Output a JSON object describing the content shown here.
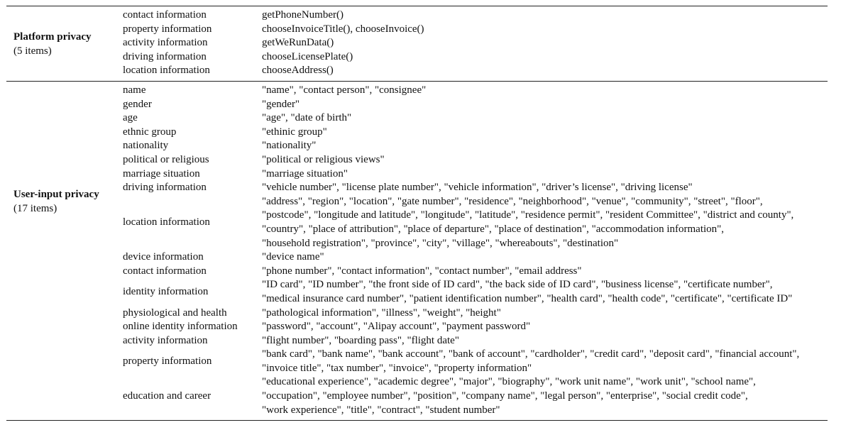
{
  "table": {
    "sections": [
      {
        "title": "Platform privacy",
        "count": "(5 items)",
        "rows": [
          {
            "type": "contact information",
            "lines": [
              "getPhoneNumber()"
            ]
          },
          {
            "type": "property information",
            "lines": [
              "chooseInvoiceTitle(), chooseInvoice()"
            ]
          },
          {
            "type": "activity information",
            "lines": [
              "getWeRunData()"
            ]
          },
          {
            "type": "driving information",
            "lines": [
              "chooseLicensePlate()"
            ]
          },
          {
            "type": "location information",
            "lines": [
              "chooseAddress()"
            ]
          }
        ]
      },
      {
        "title": "User-input privacy",
        "count": "(17 items)",
        "rows": [
          {
            "type": "name",
            "lines": [
              "\"name\", \"contact person\", \"consignee\""
            ]
          },
          {
            "type": "gender",
            "lines": [
              "\"gender\""
            ]
          },
          {
            "type": "age",
            "lines": [
              "\"age\", \"date of birth\""
            ]
          },
          {
            "type": "ethnic group",
            "lines": [
              "\"ethinic group\""
            ]
          },
          {
            "type": "nationality",
            "lines": [
              "\"nationality\""
            ]
          },
          {
            "type": "political or religious",
            "lines": [
              "\"political or religious views\""
            ]
          },
          {
            "type": "marriage situation",
            "lines": [
              "\"marriage situation\""
            ]
          },
          {
            "type": "driving information",
            "lines": [
              "\"vehicle number\", \"license plate number\", \"vehicle information\", \"driver’s license\", \"driving license\""
            ]
          },
          {
            "type": "location information",
            "lines": [
              "\"address\", \"region\", \"location\", \"gate number\", \"residence\", \"neighborhood\", \"venue\", \"community\", \"street\", \"floor\",",
              "\"postcode\", \"longitude and latitude\", \"longitude\", \"latitude\", \"residence permit\", \"resident Committee\", \"district and county\",",
              "\"country\", \"place of attribution\", \"place of departure\", \"place of destination\", \"accommodation information\",",
              "\"household registration\", \"province\", \"city\", \"village\", \"whereabouts\", \"destination\""
            ]
          },
          {
            "type": "device information",
            "lines": [
              "\"device name\""
            ]
          },
          {
            "type": "contact information",
            "lines": [
              "\"phone number\", \"contact information\", \"contact number\", \"email address\""
            ]
          },
          {
            "type": "identity information",
            "lines": [
              "\"ID card\", \"ID number\", \"the front side of ID card\", \"the back side of ID card\", \"business license\", \"certificate number\",",
              "\"medical insurance card number\", \"patient identification number\", \"health card\", \"health code\", \"certificate\", \"certificate ID\""
            ]
          },
          {
            "type": "physiological and health",
            "lines": [
              "\"pathological information\", \"illness\", \"weight\", \"height\""
            ]
          },
          {
            "type": "online identity information",
            "lines": [
              "\"password\", \"account\", \"Alipay account\", \"payment password\""
            ]
          },
          {
            "type": "activity information",
            "lines": [
              "\"flight number\", \"boarding pass\", \"flight date\""
            ]
          },
          {
            "type": "property information",
            "lines": [
              "\"bank card\", \"bank name\", \"bank account\", \"bank of account\", \"cardholder\", \"credit card\", \"deposit card\", \"financial account\",",
              "\"invoice title\", \"tax number\", \"invoice\", \"property information\""
            ]
          },
          {
            "type": "education and career",
            "lines": [
              "\"educational experience\", \"academic degree\", \"major\", \"biography\", \"work unit name\", \"work unit\", \"school name\",",
              "\"occupation\", \"employee number\", \"position\", \"company name\", \"legal person\", \"enterprise\", \"social credit code\",",
              "\"work experience\", \"title\", \"contract\", \"student number\""
            ]
          }
        ]
      }
    ]
  }
}
